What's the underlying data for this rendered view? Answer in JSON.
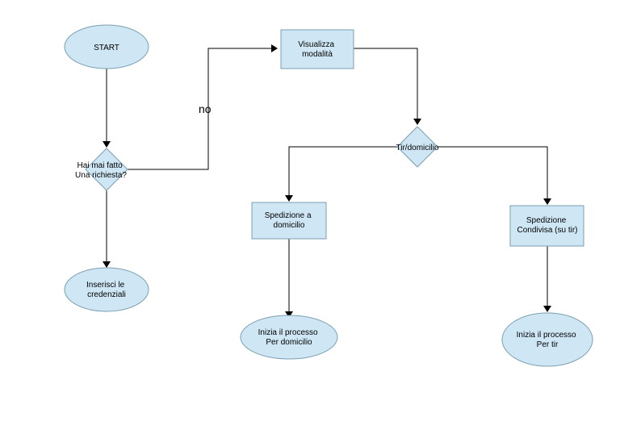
{
  "colors": {
    "node_fill": "#cfe7f5",
    "node_stroke": "#7a9fb2",
    "edge": "#000000",
    "background": "#ffffff"
  },
  "nodes": {
    "start": {
      "lines": [
        "START"
      ]
    },
    "question": {
      "lines": [
        "Hai mai fatto",
        "Una richiesta?"
      ]
    },
    "credentials": {
      "lines": [
        "Inserisci le",
        "credenziali"
      ]
    },
    "show_modes": {
      "lines": [
        "Visualizza",
        "modalità"
      ]
    },
    "choice": {
      "lines": [
        "Tir/domicilio"
      ]
    },
    "home_shipping": {
      "lines": [
        "Spedizione a",
        "domicilio"
      ]
    },
    "shared_shipping": {
      "lines": [
        "Spedizione",
        "Condivisa (su tir)"
      ]
    },
    "process_home": {
      "lines": [
        "Inizia il processo",
        "Per domicilio"
      ]
    },
    "process_truck": {
      "lines": [
        "Inizia il processo",
        "Per tir"
      ]
    }
  },
  "edge_labels": {
    "no": "no"
  }
}
